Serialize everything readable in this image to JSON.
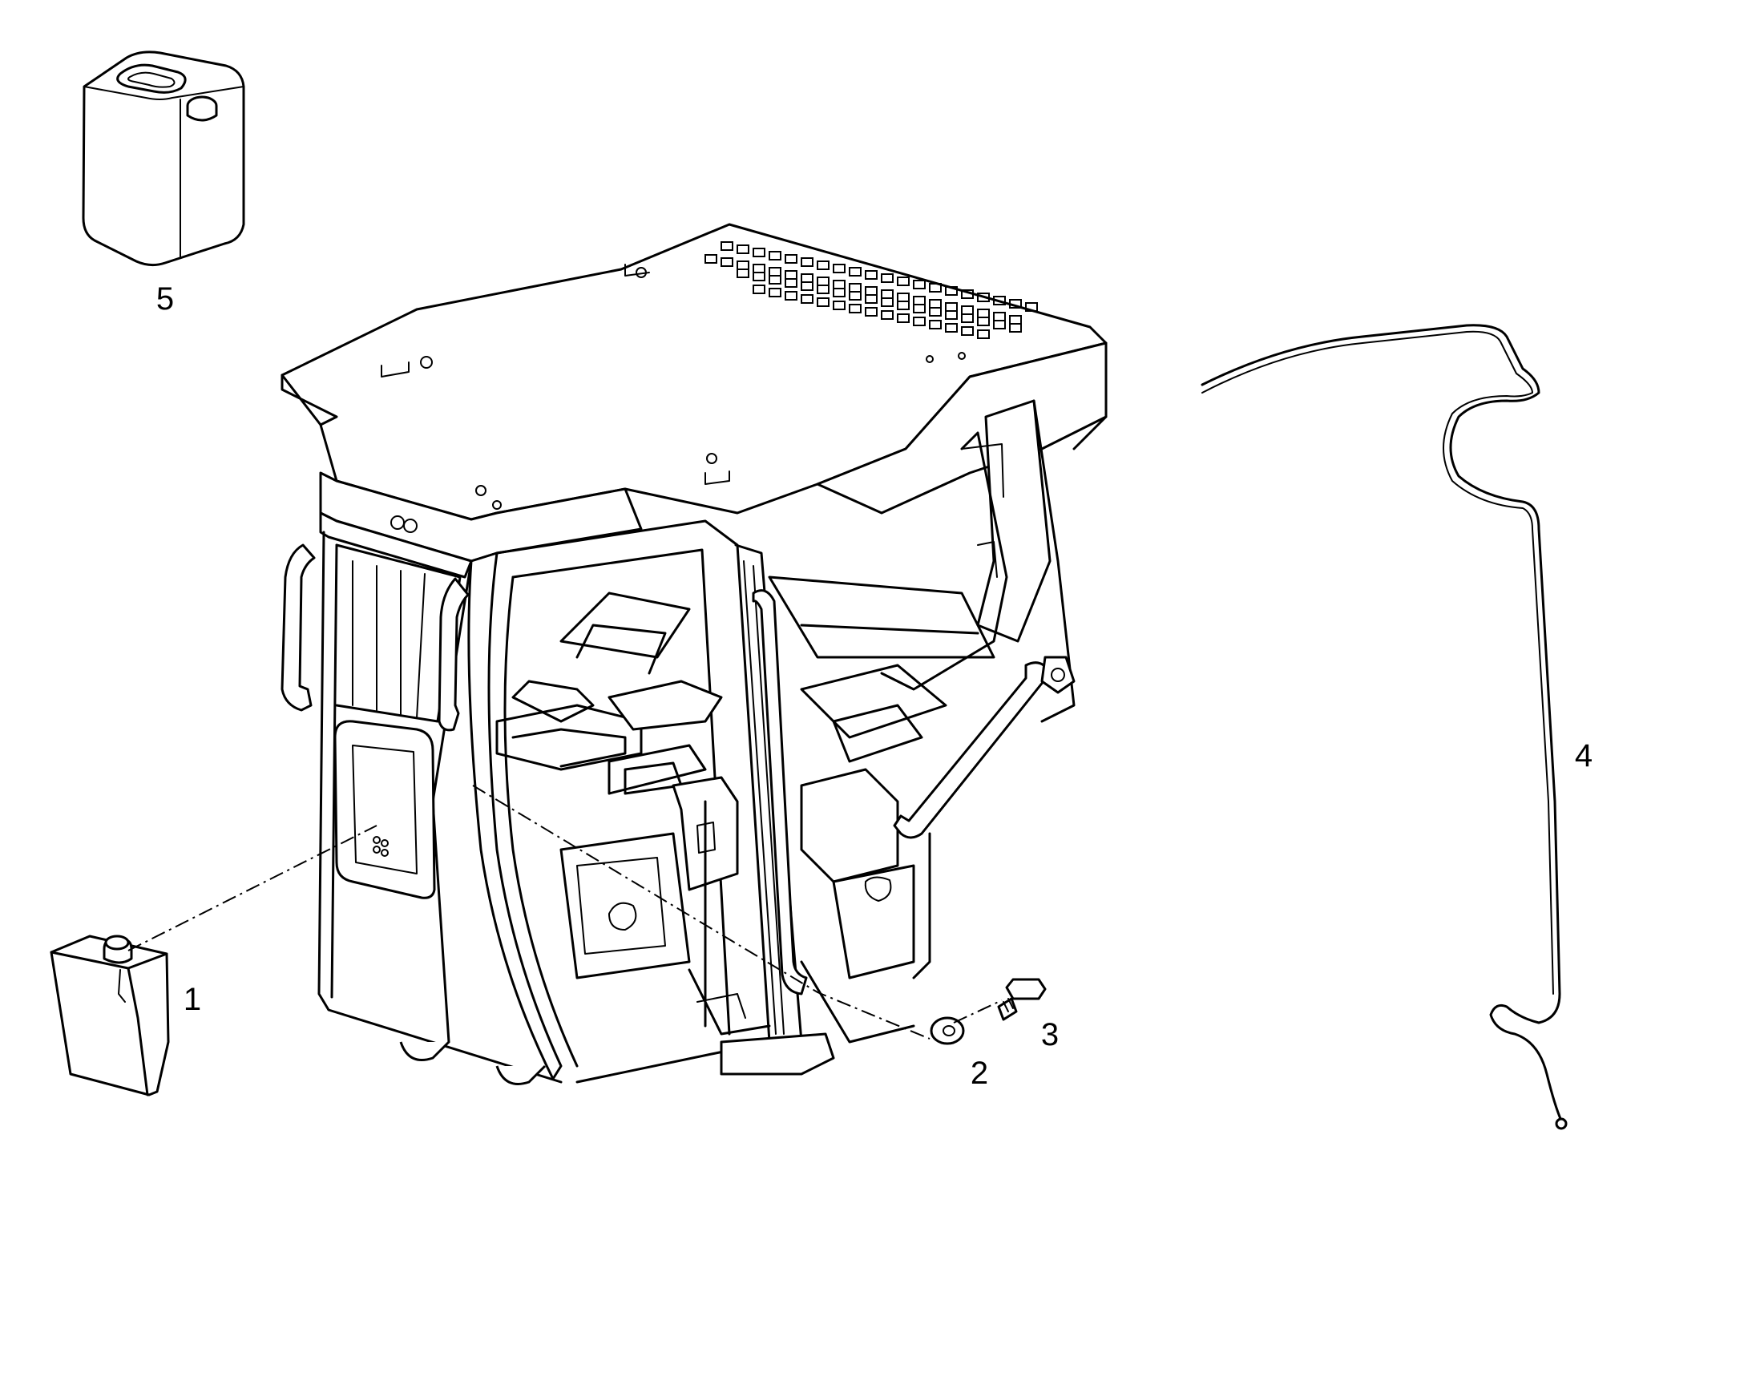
{
  "parts": [
    {
      "number": "1",
      "icon": "washer-reservoir-icon"
    },
    {
      "number": "2",
      "icon": "washer-icon"
    },
    {
      "number": "3",
      "icon": "bolt-icon"
    },
    {
      "number": "4",
      "icon": "washer-hose-icon"
    },
    {
      "number": "5",
      "icon": "fluid-canister-icon"
    }
  ],
  "colors": {
    "line": "#000000",
    "background": "#ffffff"
  }
}
